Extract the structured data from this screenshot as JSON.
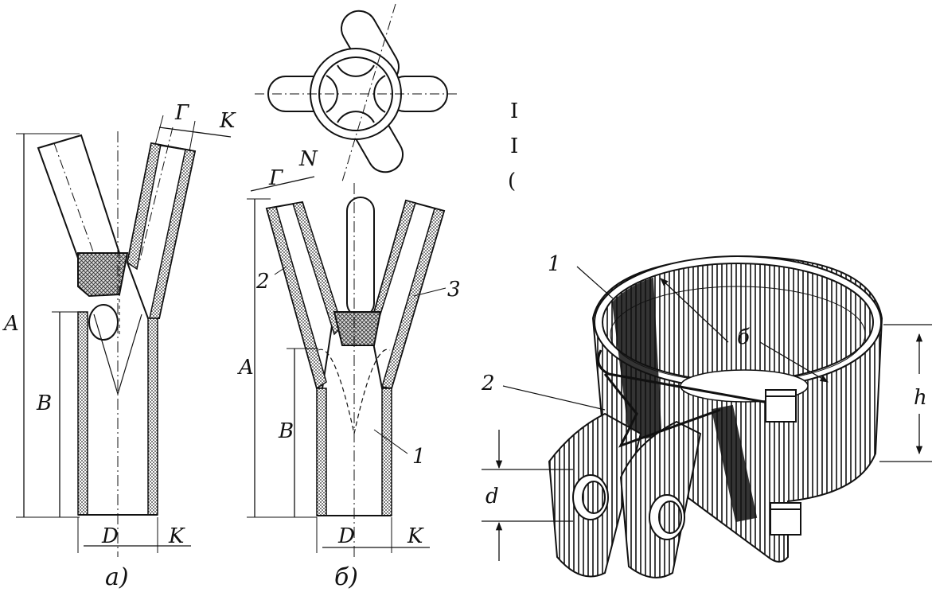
{
  "figure": {
    "fig_a": {
      "caption": "а)",
      "dims": {
        "A": "A",
        "B": "B",
        "D": "D",
        "K_bottom": "K",
        "K_top": "K",
        "G": "Г"
      }
    },
    "fig_b": {
      "caption": "б)",
      "dims": {
        "A": "A",
        "B": "B",
        "D": "D",
        "K": "K",
        "G": "Г",
        "N": "N"
      },
      "callouts": [
        "1",
        "2",
        "3"
      ]
    },
    "clamp": {
      "callouts": [
        "1",
        "2"
      ],
      "dims": {
        "b": "б",
        "h": "h",
        "d": "d"
      }
    },
    "text_fragments": [
      "I",
      "I",
      "("
    ]
  }
}
